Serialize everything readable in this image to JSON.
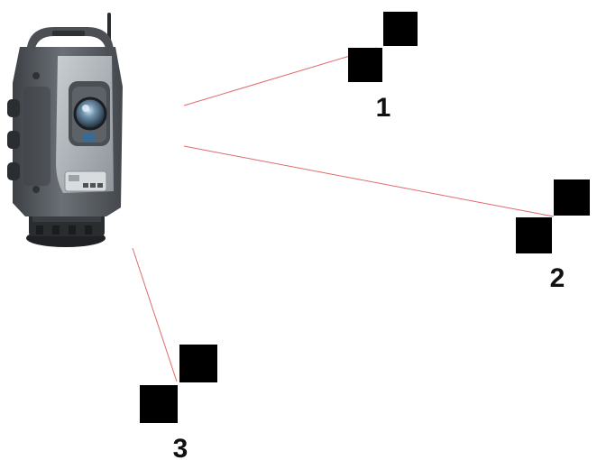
{
  "figure": {
    "instrument_icon": "total-station-icon",
    "target_icon": "checkerboard-target-icon",
    "sight_line_color": "#e06a6a",
    "target_color": "#000000",
    "instrument_body_color": "#5a5e63",
    "instrument_accent_color": "#8fa0ab"
  },
  "targets": [
    {
      "label": "1"
    },
    {
      "label": "2"
    },
    {
      "label": "3"
    }
  ]
}
